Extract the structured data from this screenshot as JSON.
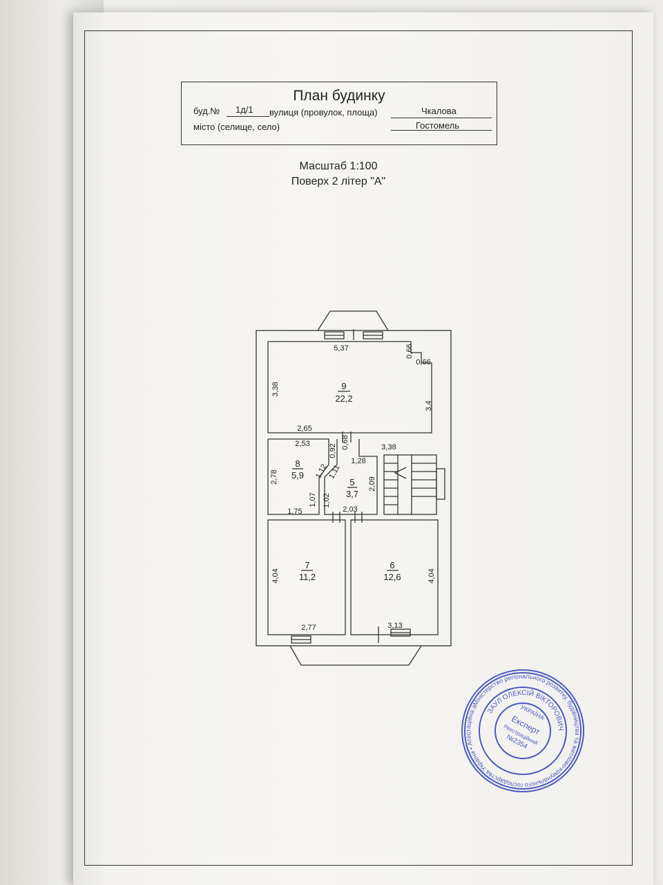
{
  "title": "План будинку",
  "address": {
    "building_label": "буд.№",
    "building_value": "1д/1",
    "street_label": "вулиця (провулок, площа)",
    "street_value": "Чкалова",
    "city_label": "місто (селище, село)",
    "city_value": "Гостомель"
  },
  "scale_text": "Масштаб 1:100",
  "floor_text": "Поверх 2 літер \"А\"",
  "rooms": [
    {
      "number": "9",
      "area": "22,2"
    },
    {
      "number": "8",
      "area": "5,9"
    },
    {
      "number": "5",
      "area": "3,7"
    },
    {
      "number": "7",
      "area": "11,2"
    },
    {
      "number": "6",
      "area": "12,6"
    }
  ],
  "dimensions": {
    "d_537": "5,37",
    "d_066a": "0,66",
    "d_066b": "0,66",
    "d_338a": "3,38",
    "d_34": "3,4",
    "d_265": "2,65",
    "d_253": "2,53",
    "d_092": "0,92",
    "d_068": "0,68",
    "d_338b": "3,38",
    "d_128": "1,28",
    "d_112": "1,12",
    "d_111": "1,11",
    "d_278": "2,78",
    "d_107": "1,07",
    "d_102": "1,02",
    "d_209": "2,09",
    "d_175": "1,75",
    "d_203": "2,03",
    "d_404a": "4,04",
    "d_404b": "4,04",
    "d_277": "2,77",
    "d_313": "3,13"
  },
  "stamp": {
    "lines": [
      "УКРАЇНА",
      "Експерт",
      "Реєстраційний",
      "№2354",
      "ЗАУЛ ОЛЕКСІЙ ВІКТОРОВИЧ"
    ],
    "color": "#2f3fb8"
  }
}
